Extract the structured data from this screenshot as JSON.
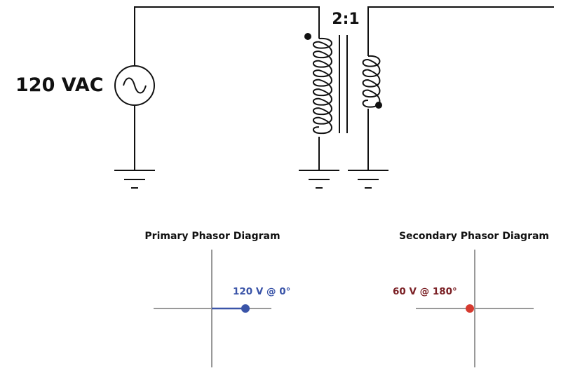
{
  "circuit": {
    "source_label": "120 VAC",
    "ratio_label": "2:1"
  },
  "phasors": {
    "primary": {
      "title": "Primary Phasor Diagram",
      "label": "120 V @ 0°",
      "magnitude": 120,
      "angle_deg": 0,
      "color": "#3a54a8"
    },
    "secondary": {
      "title": "Secondary Phasor Diagram",
      "label": "60 V @ 180°",
      "magnitude": 60,
      "angle_deg": 180,
      "color": "#7a1f24",
      "dot_color": "#d63a2f"
    }
  },
  "colors": {
    "wire": "#111111",
    "axis": "#999999"
  }
}
